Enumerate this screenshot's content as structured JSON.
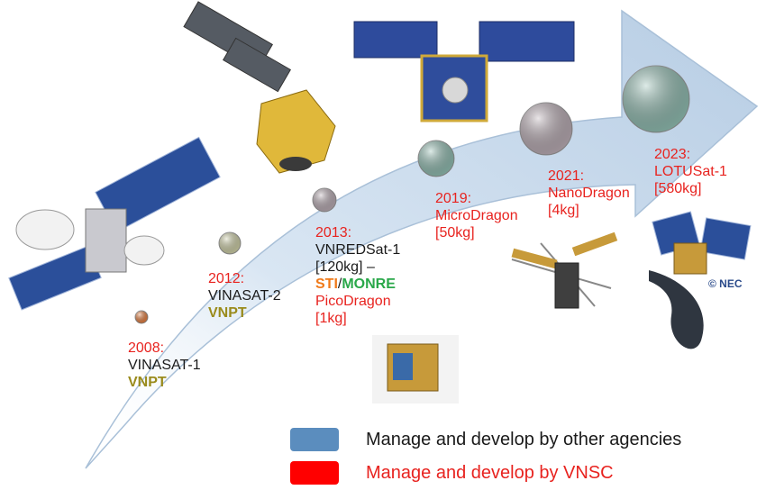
{
  "colors": {
    "arrow_fill": "#d6e4f1",
    "label_red": "#e8231f",
    "operator_olive": "#9a8b1c",
    "sti_orange": "#f07a1a",
    "monre_green": "#2aa84a",
    "legend_other": "#5b8dbe",
    "legend_vnsc": "#ff0000"
  },
  "milestones": [
    {
      "year": "2008:",
      "name": "VINASAT-1",
      "operator": "VNPT",
      "marker_color": "#e87d3c"
    },
    {
      "year": "2012:",
      "name": "VINASAT-2",
      "operator": "VNPT",
      "marker_color": "#cfd0a6"
    },
    {
      "year": "2013:",
      "name": "VNREDSat-1",
      "mass": "[120kg]",
      "dash": "–",
      "partner_a": "STI",
      "separator": "/",
      "partner_b": "MONRE",
      "extra_name": "PicoDragon",
      "extra_mass": "[1kg]",
      "marker_color": "#b9abb3"
    },
    {
      "year": "2019:",
      "name": "MicroDragon",
      "mass": "[50kg]",
      "marker_color": "#8fbcb0"
    },
    {
      "year": "2021:",
      "name": "NanoDragon",
      "mass": "[4kg]",
      "marker_color": "#b9abb3"
    },
    {
      "year": "2023:",
      "name": "LOTUSat-1",
      "mass": "[580kg]",
      "marker_color": "#8fbcb0"
    }
  ],
  "credit": "© NEC",
  "legend": [
    {
      "label": "Manage and develop by other agencies",
      "color": "#5b8dbe"
    },
    {
      "label": "Manage and develop by VNSC",
      "color": "#ff0000"
    }
  ],
  "images": [
    "vinasat-1-satellite",
    "vinasat-2-satellite",
    "vnredsat-1-satellite",
    "picodragon-cubesat",
    "microdragon-satellite",
    "nanodragon-satellite",
    "lotusat-1-satellite"
  ]
}
